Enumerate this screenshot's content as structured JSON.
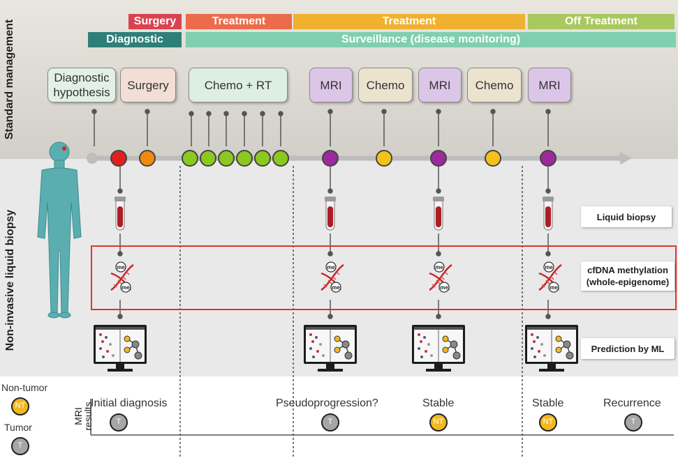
{
  "sections": {
    "standard": "Standard management",
    "liquid": "Non-invasive liquid biopsy",
    "mri": "MRI results"
  },
  "phases_top": [
    {
      "label": "Surgery",
      "color": "#d9434f"
    },
    {
      "label": "Treatment",
      "color": "#ec6b4b"
    },
    {
      "label": "Treatment",
      "color": "#f0b030"
    },
    {
      "label": "Off Treatment",
      "color": "#a8c860"
    }
  ],
  "phases_bottom": [
    {
      "label": "Diagnostic",
      "color": "#2f7f79"
    },
    {
      "label": "Surveillance (disease monitoring)",
      "color": "#7fcfb0"
    }
  ],
  "events": [
    {
      "label": "Diagnostic hypothesis",
      "color": "#e3f0e6"
    },
    {
      "label": "Surgery",
      "color": "#f2ded4"
    },
    {
      "label": "Chemo + RT",
      "color": "#dcefe1"
    },
    {
      "label": "MRI",
      "color": "#dcc6e8"
    },
    {
      "label": "Chemo",
      "color": "#ece3cf"
    },
    {
      "label": "MRI",
      "color": "#dcc6e8"
    },
    {
      "label": "Chemo",
      "color": "#ece3cf"
    },
    {
      "label": "MRI",
      "color": "#dcc6e8"
    }
  ],
  "dot_colors": {
    "red": "#e02020",
    "orange": "#f08a10",
    "green": "#8bc820",
    "purple": "#9c2a9c",
    "yellow": "#f4c21a"
  },
  "side_labels": {
    "liquid_biopsy": "Liquid biopsy",
    "cfdna": "cfDNA methylation (whole-epigenome)",
    "prediction": "Prediction by ML"
  },
  "me_label": "me",
  "mri_results": [
    {
      "label": "Initial diagnosis",
      "badge": "T"
    },
    {
      "label": "Pseudoprogression?",
      "badge": "T"
    },
    {
      "label": "Stable",
      "badge": "NT"
    },
    {
      "label": "Stable",
      "badge": "NT"
    },
    {
      "label": "Recurrence",
      "badge": "T"
    }
  ],
  "legend": {
    "nontumor": "Non-tumor",
    "nontumor_badge": "NT",
    "tumor": "Tumor",
    "tumor_badge": "T"
  },
  "badge_colors": {
    "T": "#a6a6a6",
    "NT": "#f2b81e"
  },
  "highlight_color": "#e0332a"
}
